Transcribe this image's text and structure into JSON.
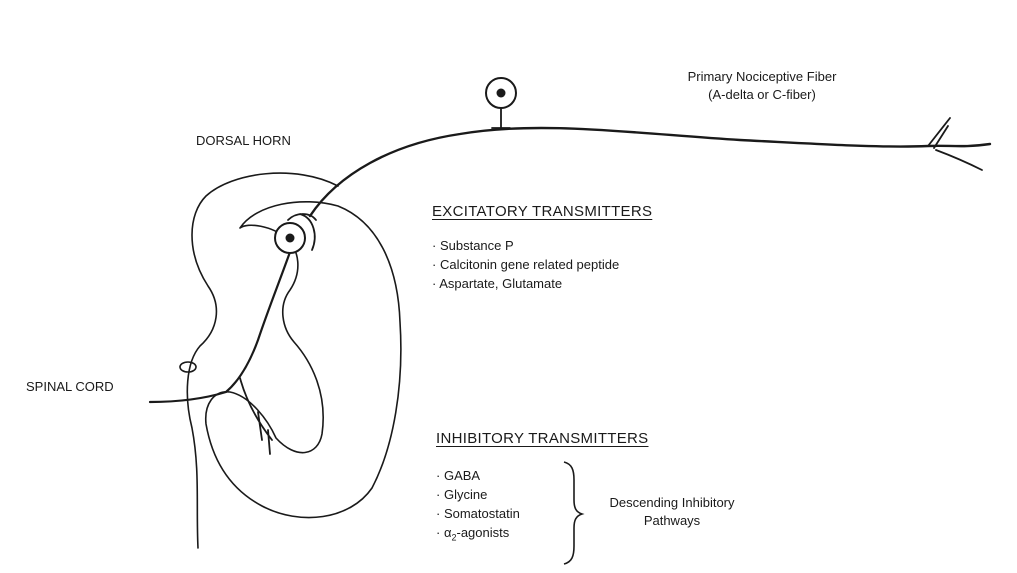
{
  "labels": {
    "dorsal_horn": "DORSAL HORN",
    "spinal_cord": "SPINAL CORD",
    "fiber_line1": "Primary Nociceptive Fiber",
    "fiber_line2": "(A-delta or C-fiber)"
  },
  "excitatory": {
    "heading": "EXCITATORY TRANSMITTERS",
    "items": [
      "Substance P",
      "Calcitonin gene related peptide",
      "Aspartate, Glutamate"
    ]
  },
  "inhibitory": {
    "heading": "INHIBITORY TRANSMITTERS",
    "items": [
      "GABA",
      "Glycine",
      "Somatostatin"
    ],
    "alpha_symbol": "α",
    "alpha_sub": "2",
    "alpha_rest": "-agonists",
    "pathway_line1": "Descending Inhibitory",
    "pathway_line2": "Pathways"
  }
}
